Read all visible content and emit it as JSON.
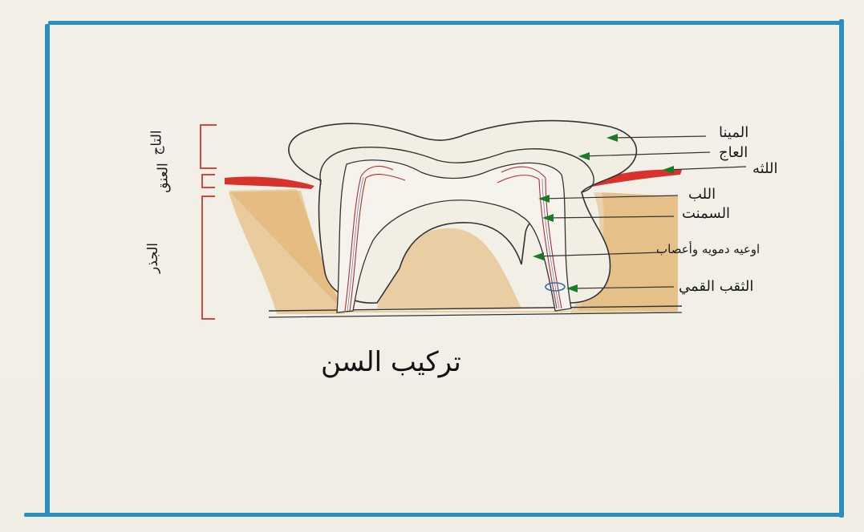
{
  "labels": {
    "enamel": "المينا",
    "dentin": "العاج",
    "gum": "اللثه",
    "pulp": "اللب",
    "cementum": "السمنت",
    "vessels_nerves": "اوعيه دمويه وأعصاب",
    "apical_foramen": "الثقب القمي"
  },
  "side_labels": {
    "crown": "التاج",
    "neck": "العنق",
    "root": "الجذر"
  },
  "caption": "تركيب السن",
  "colors": {
    "frame": "#2a8fc0",
    "gum": "#d8322d",
    "bone": "#e2b36e",
    "bracket": "#d24a3f",
    "arrow": "#1a7a2a",
    "vessel": "#b03030"
  }
}
